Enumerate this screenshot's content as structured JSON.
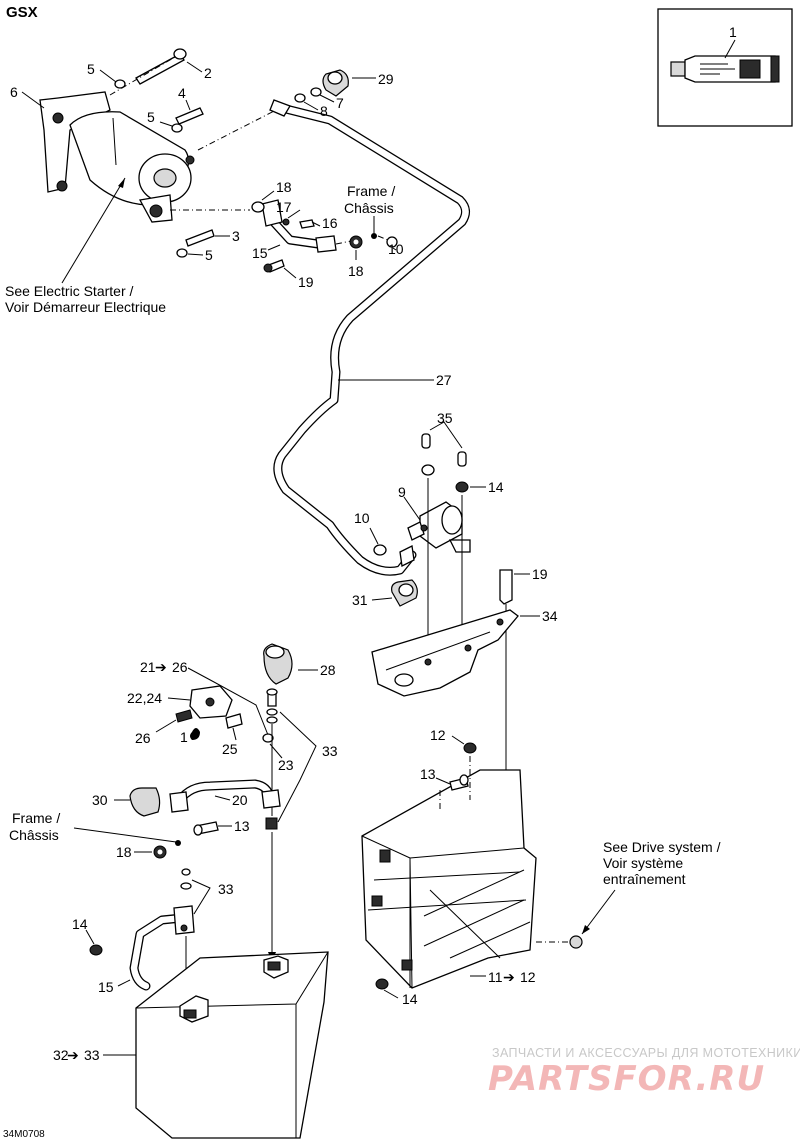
{
  "header": {
    "model": "GSX"
  },
  "figure_code": "34M0708",
  "watermark": {
    "tagline": "ЗАПЧАСТИ И АКСЕССУАРЫ ДЛЯ МОТОТЕХНИКИ",
    "brand": "PARTSFOR.RU"
  },
  "notes": {
    "electric_starter": [
      "See Electric Starter /",
      "Voir Démarreur Electrique"
    ],
    "frame_top": [
      "Frame /",
      "Châssis"
    ],
    "frame_left": [
      "Frame /",
      "Châssis"
    ],
    "drive_system": [
      "See Drive system /",
      "Voir système",
      "entraînement"
    ]
  },
  "callouts": {
    "c1": "1",
    "c2": "2",
    "c3": "3",
    "c4": "4",
    "c5a": "5",
    "c5b": "5",
    "c5c": "5",
    "c6": "6",
    "c7": "7",
    "c8": "8",
    "c9": "9",
    "c10a": "10",
    "c10b": "10",
    "c11": "11",
    "c12": "12",
    "c12b": "12",
    "c13a": "13",
    "c13b": "13",
    "c14a": "14",
    "c14b": "14",
    "c14c": "14",
    "c15a": "15",
    "c15b": "15",
    "c16": "16",
    "c17": "17",
    "c18a": "18",
    "c18b": "18",
    "c18c": "18",
    "c19a": "19",
    "c19b": "19",
    "c20": "20",
    "c21": "21",
    "c26a": "26",
    "c22": "22,24",
    "c23": "23",
    "c25": "25",
    "c26": "26",
    "c1b": "1",
    "c27": "27",
    "c28": "28",
    "c29": "29",
    "c30": "30",
    "c31": "31",
    "c32": "32",
    "c33to": "33",
    "c33a": "33",
    "c33b": "33",
    "c34": "34",
    "c35": "35"
  },
  "arrow_glyph": "➔"
}
